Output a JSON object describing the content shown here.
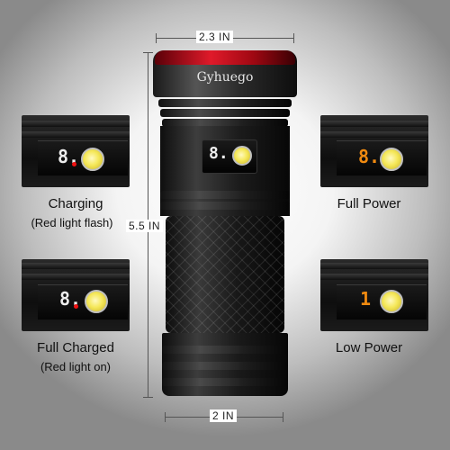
{
  "dimensions": {
    "top_width": "2.3 IN",
    "height": "5.5 IN",
    "bottom_width": "2 IN"
  },
  "brand": "Gyhuego",
  "insets": [
    {
      "id": "charging",
      "digit": "8.",
      "caption": "Charging",
      "subcaption": "(Red light flash)"
    },
    {
      "id": "full-charged",
      "digit": "8.",
      "caption": "Full Charged",
      "subcaption": "(Red light on)"
    },
    {
      "id": "full-power",
      "digit": "8.",
      "digit_color": "#f08a10",
      "caption": "Full Power"
    },
    {
      "id": "low-power",
      "digit": "1",
      "digit_color": "#f08a10",
      "caption": "Low Power"
    }
  ],
  "main_display_digit": "8.",
  "colors": {
    "red_ring": "#e01a2a",
    "indicator_red": "#e11111",
    "indicator_orange": "#f08a10",
    "lens_yellow": "#f5e85a"
  }
}
